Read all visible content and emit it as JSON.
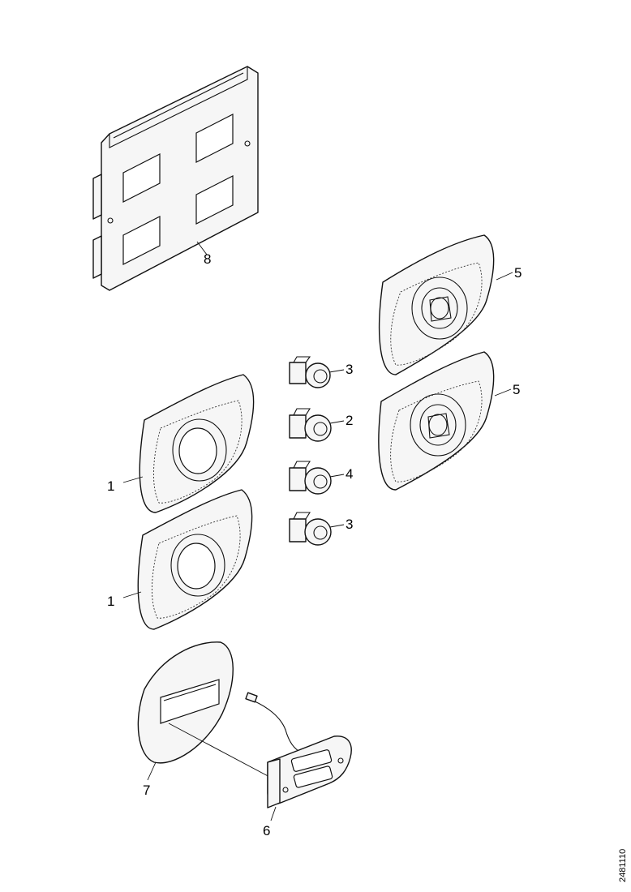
{
  "callouts": {
    "panel": "8",
    "bezel_upper_left": "1",
    "bezel_lower_left": "1",
    "bezel_upper_right": "5",
    "bezel_lower_right": "5",
    "knob_a": "3",
    "knob_b": "2",
    "knob_c": "4",
    "knob_d": "3",
    "cover_plate": "7",
    "display_module": "6"
  },
  "reference_number": "2481110"
}
